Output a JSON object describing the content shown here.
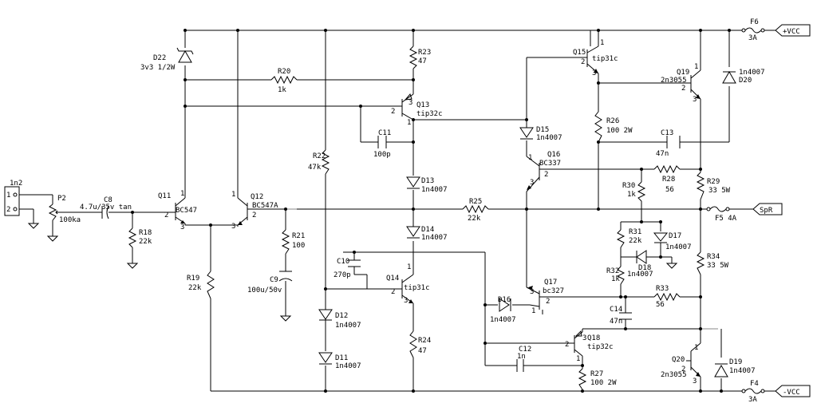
{
  "labels": {
    "D22a": "D22",
    "D22b": "3v3 1/2W",
    "R20a": "R20",
    "R20b": "1k",
    "R23a": "R23",
    "R23b": "47",
    "Q13a": "Q13",
    "Q13b": "tip32c",
    "Q15a": "Q15",
    "Q15b": "tip31c",
    "Q19a": "Q19",
    "Q19b": "2n3055",
    "D20a": "1n4007",
    "D20b": "D20",
    "F6a": "F6",
    "F6b": "3A",
    "vccp": "+VCC",
    "R26a": "R26",
    "R26b": "100 2W",
    "C13a": "C13",
    "C13b": "47n",
    "D15a": "D15",
    "D15b": "1n4007",
    "Q16a": "Q16",
    "Q16b": "BC337",
    "C11a": "C11",
    "C11b": "100p",
    "R22a": "R22",
    "R22b": "47k",
    "D13a": "D13",
    "D13b": "1n4007",
    "R28a": "R28",
    "R28b": "56",
    "R29a": "R29",
    "R29b": "33 5W",
    "R30a": "R30",
    "R30b": "1k",
    "J1": "1n2",
    "P2a": "P2",
    "P2b": "100ka",
    "C8a": "C8",
    "C8b": "4.7u/35v tan",
    "Q11a": "Q11",
    "Q11b": "BC547",
    "Q12a": "Q12",
    "Q12b": "BC547A",
    "R25a": "R25",
    "R25b": "22k",
    "spr": "SpR",
    "F5": "F5 4A",
    "R18a": "R18",
    "R18b": "22k",
    "R21a": "R21",
    "R21b": "100",
    "D14a": "D14",
    "D14b": "1n4007",
    "R31a": "R31",
    "R31b": "22k",
    "D17a": "D17",
    "D17b": "1n4007",
    "D18a": "D18",
    "D18b": "1n4007",
    "R34a": "R34",
    "R34b": "33 5W",
    "C10a": "C10",
    "C10b": "270p",
    "Q14a": "Q14",
    "Q14b": "tip31c",
    "C9a": "C9",
    "C9b": "100u/50v",
    "R19a": "R19",
    "R19b": "22k",
    "R32a": "R32",
    "R32b": "1k",
    "Q17a": "Q17",
    "Q17b": "bc327",
    "D16a": "D16",
    "D16b": "1n4007",
    "R33a": "R33",
    "R33b": "56",
    "C14a": "C14",
    "C14b": "47n",
    "D12a": "D12",
    "D12b": "1n4007",
    "D11a": "D11",
    "D11b": "1n4007",
    "R24a": "R24",
    "R24b": "47",
    "Q18a": "Q18",
    "Q18b": "tip32c",
    "C12a": "C12",
    "C12b": "1n",
    "Q20a": "Q20",
    "Q20b": "2n3055",
    "D19a": "D19",
    "D19b": "1n4007",
    "R27a": "R27",
    "R27b": "100 2W",
    "F4a": "F4",
    "F4b": "3A",
    "vccn": "-VCC",
    "pin1": "1",
    "pin2": "2",
    "pin3": "3"
  }
}
